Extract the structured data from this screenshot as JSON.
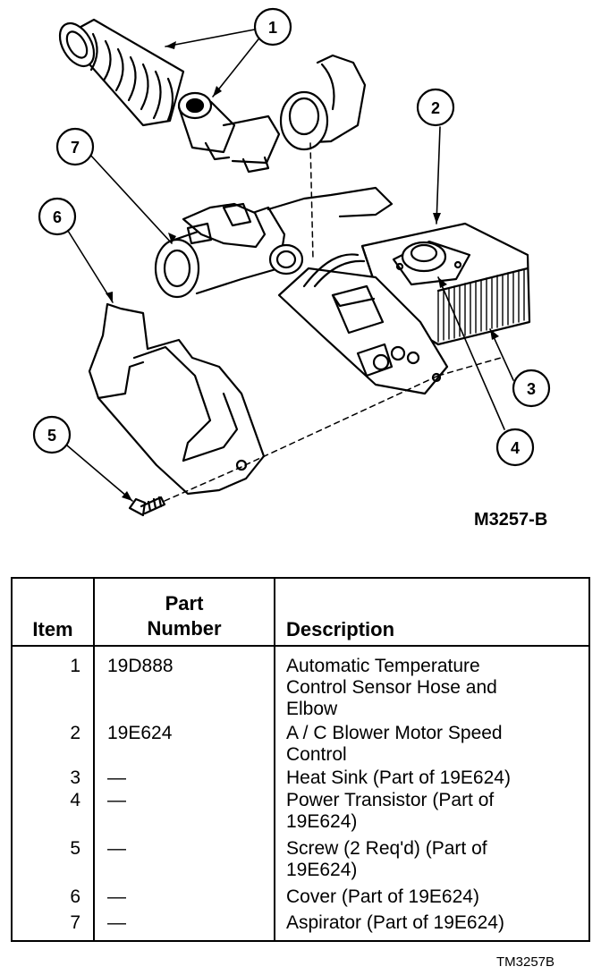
{
  "diagram": {
    "figure_id": "M3257-B",
    "callouts": [
      "1",
      "2",
      "3",
      "4",
      "5",
      "6",
      "7"
    ]
  },
  "table": {
    "headers": {
      "item": "Item",
      "part_line1": "Part",
      "part_line2": "Number",
      "description": "Description"
    },
    "rows": [
      {
        "item": "1",
        "part": "19D888",
        "desc_lines": [
          "Automatic Temperature",
          "Control Sensor Hose and",
          "Elbow"
        ]
      },
      {
        "item": "2",
        "part": "19E624",
        "desc_lines": [
          "A / C Blower Motor Speed",
          "Control"
        ]
      },
      {
        "item": "3",
        "part": "—",
        "desc_lines": [
          "Heat Sink (Part of 19E624)"
        ]
      },
      {
        "item": "4",
        "part": "—",
        "desc_lines": [
          "Power Transistor (Part of",
          "19E624)"
        ]
      },
      {
        "item": "5",
        "part": "—",
        "desc_lines": [
          "Screw (2 Req'd) (Part of",
          "19E624)"
        ]
      },
      {
        "item": "6",
        "part": "—",
        "desc_lines": [
          "Cover (Part of 19E624)"
        ]
      },
      {
        "item": "7",
        "part": "—",
        "desc_lines": [
          "Aspirator (Part of 19E624)"
        ]
      }
    ]
  },
  "footer_id": "TM3257B"
}
